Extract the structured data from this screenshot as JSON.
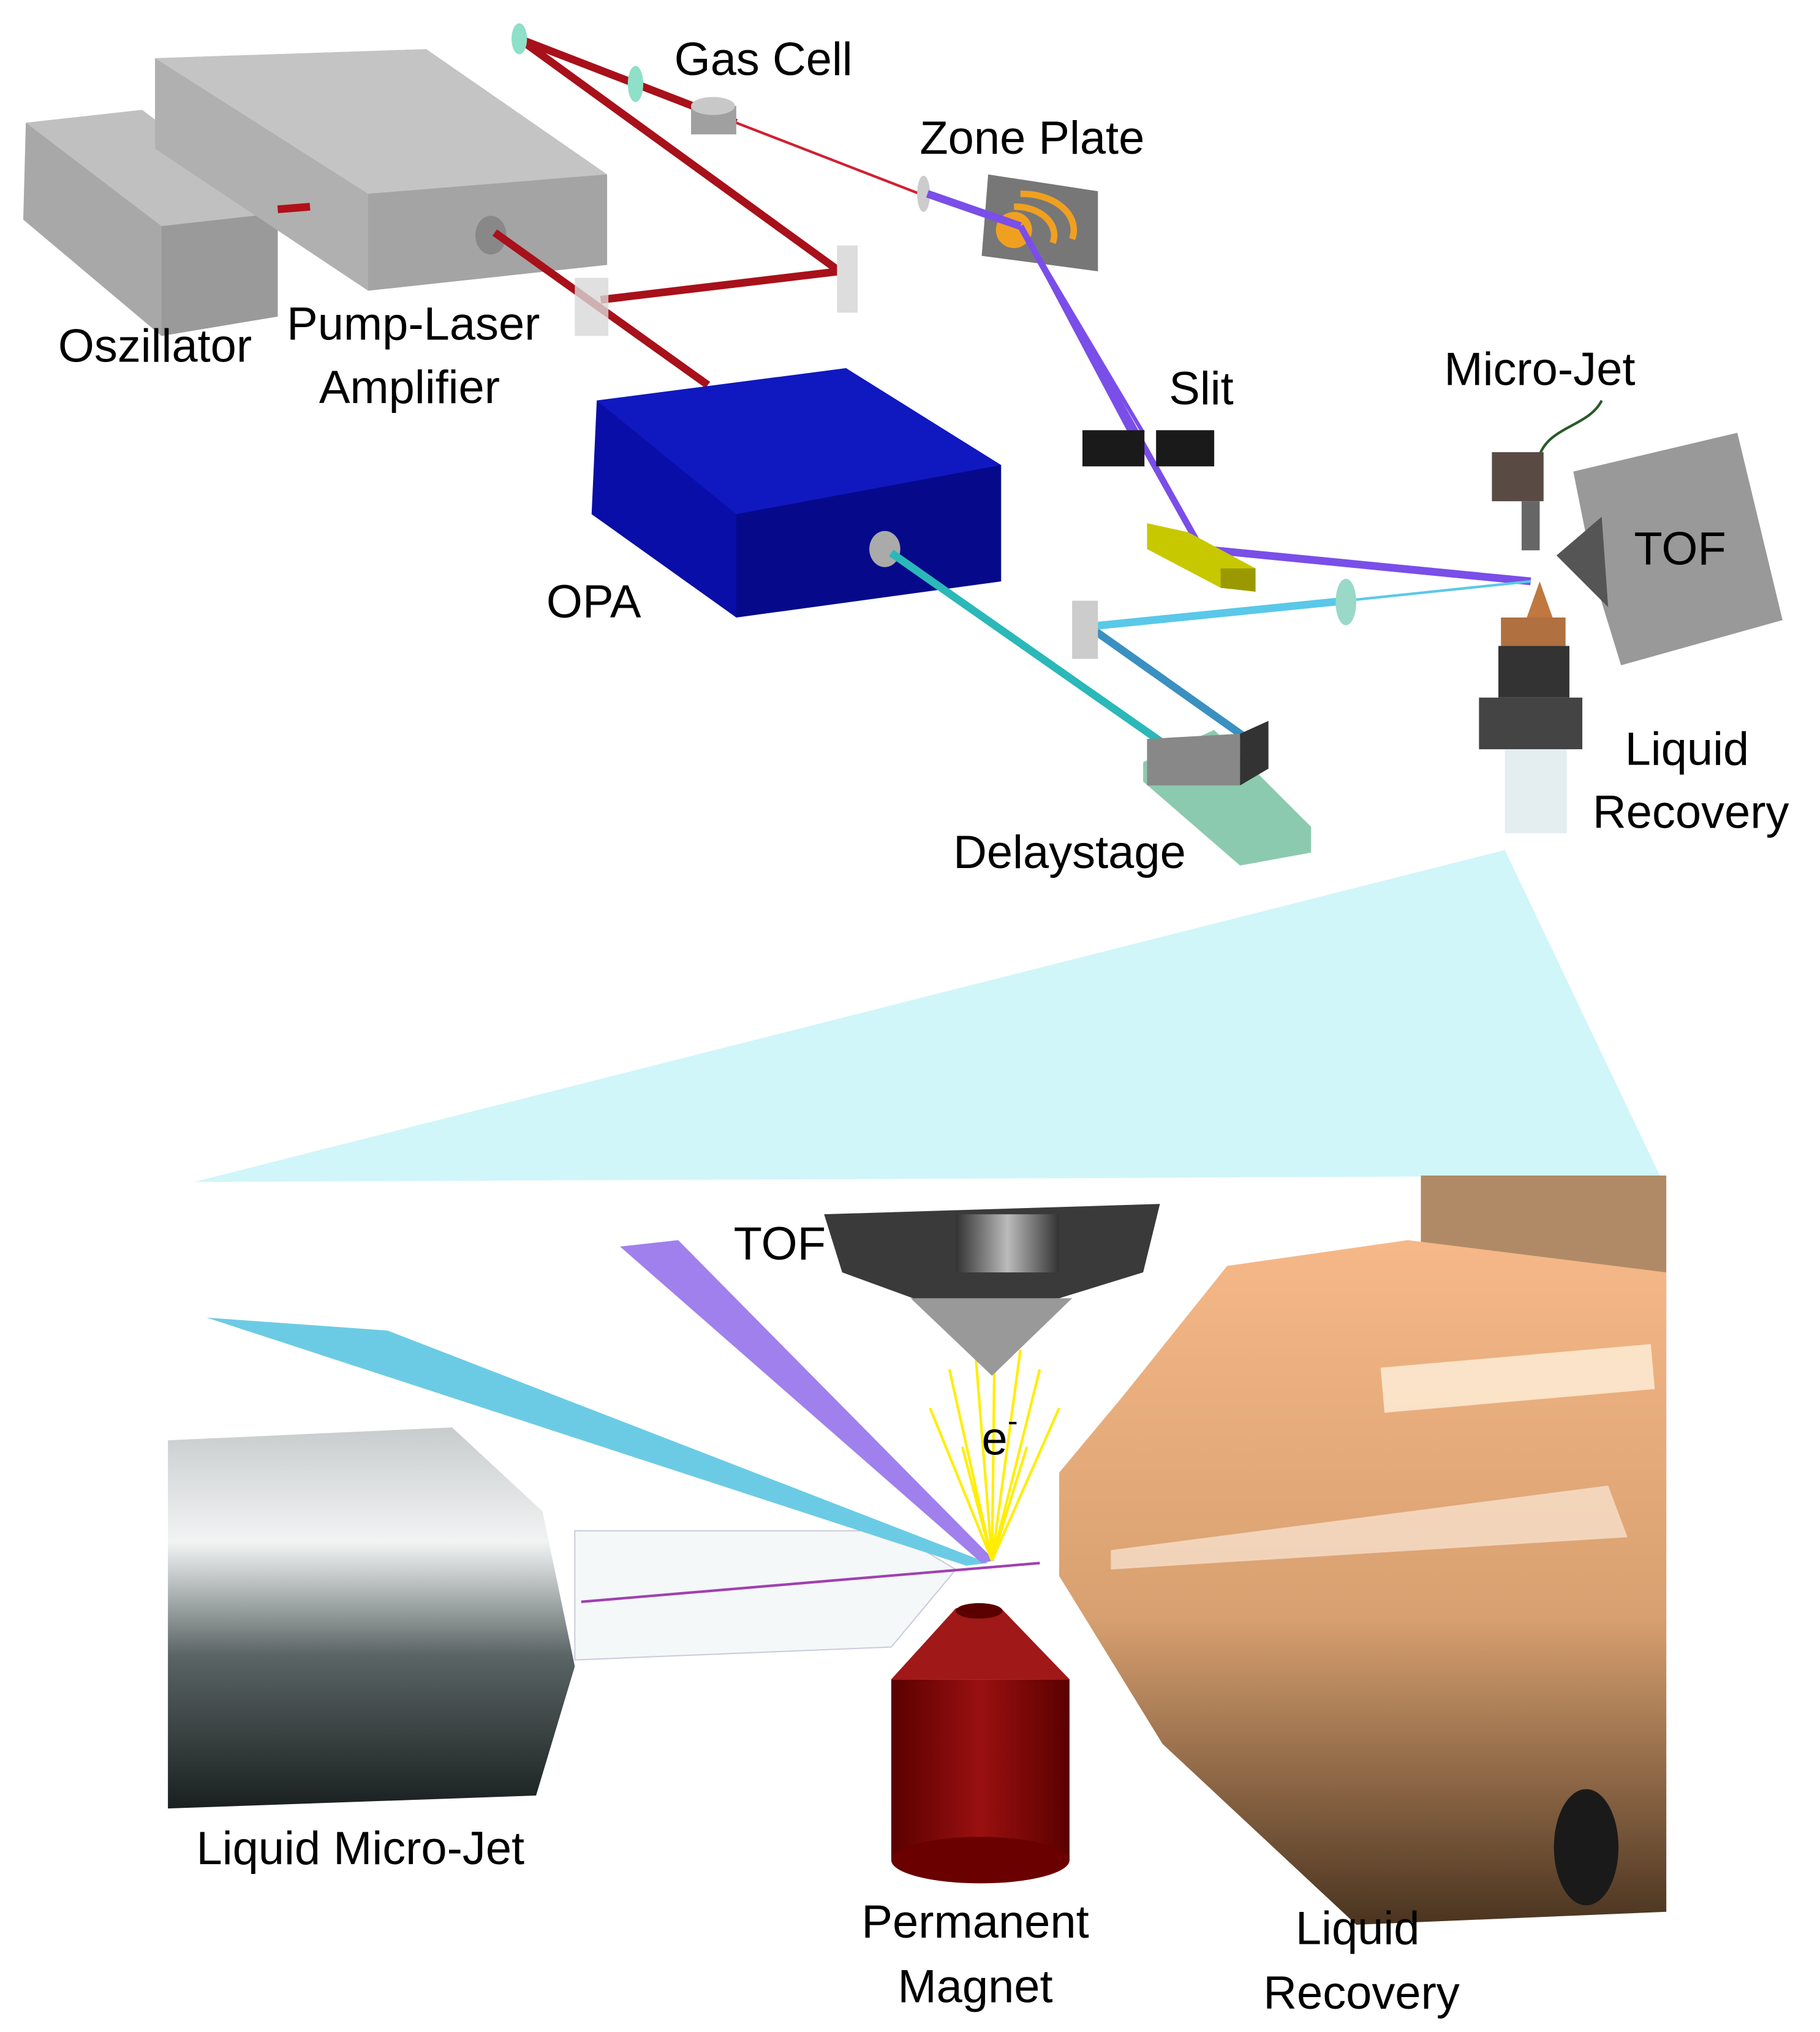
{
  "labels": {
    "gas_cell": "Gas Cell",
    "zone_plate": "Zone Plate",
    "oszillator": "Oszillator",
    "pump_laser_line1": "Pump-Laser",
    "pump_laser_line2": "Amplifier",
    "slit": "Slit",
    "micro_jet": "Micro-Jet",
    "tof_top": "TOF",
    "opa": "OPA",
    "liquid_recovery_top_line1": "Liquid",
    "liquid_recovery_top_line2": "Recovery",
    "delaystage": "Delaystage",
    "tof_bottom": "TOF",
    "electron": "e",
    "electron_sup": "-",
    "liquid_micro_jet": "Liquid Micro-Jet",
    "permanent_magnet_line1": "Permanent",
    "permanent_magnet_line2": "Magnet",
    "liquid_recovery_bottom_line1": "Liquid",
    "liquid_recovery_bottom_line2": "Recovery"
  },
  "colors": {
    "pump_beam": "#b0101a",
    "xuv_beam": "#7a4ee8",
    "uv_beam": "#3fb8d8",
    "opa_box": "#0a0ea8",
    "zone_plate": "#f0a020",
    "magnet": "#7a0000",
    "recovery": "#e8a878",
    "zoom_cone": "#c8f4f8"
  }
}
